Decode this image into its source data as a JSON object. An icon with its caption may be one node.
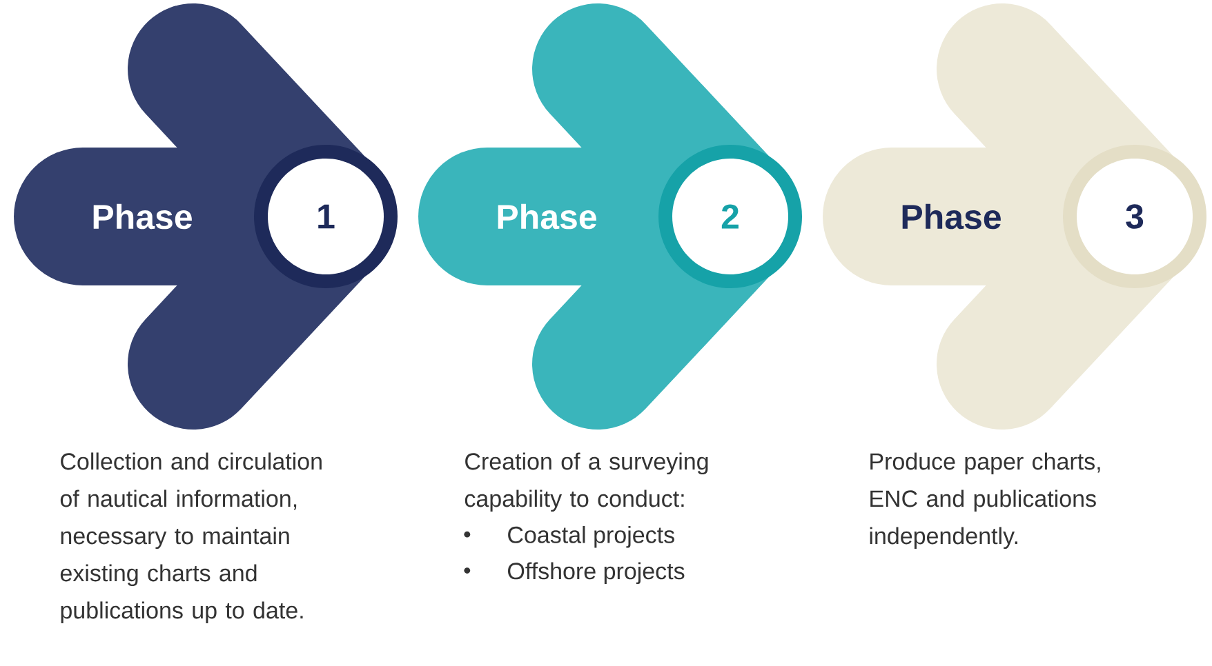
{
  "diagram": {
    "nodes": [
      {
        "text": [
          "Phase"
        ],
        "beside": [
          "Collection and circulation of nautical information, necessary to maintain existing charts and publications up to date."
        ]
      },
      {
        "text": [
          "1"
        ],
        "in": 0
      },
      {
        "text": [
          "Phase"
        ],
        "beside": [
          "Creation of a surveying capability to conduct:",
          "Coastal projects",
          "Offshore projects"
        ]
      },
      {
        "text": [
          "2"
        ],
        "in": 2
      },
      {
        "text": [
          "Phase"
        ],
        "beside": [
          "Produce paper charts, ENC and publications independently."
        ]
      },
      {
        "text": [
          "3"
        ],
        "in": 4
      }
    ]
  }
}
